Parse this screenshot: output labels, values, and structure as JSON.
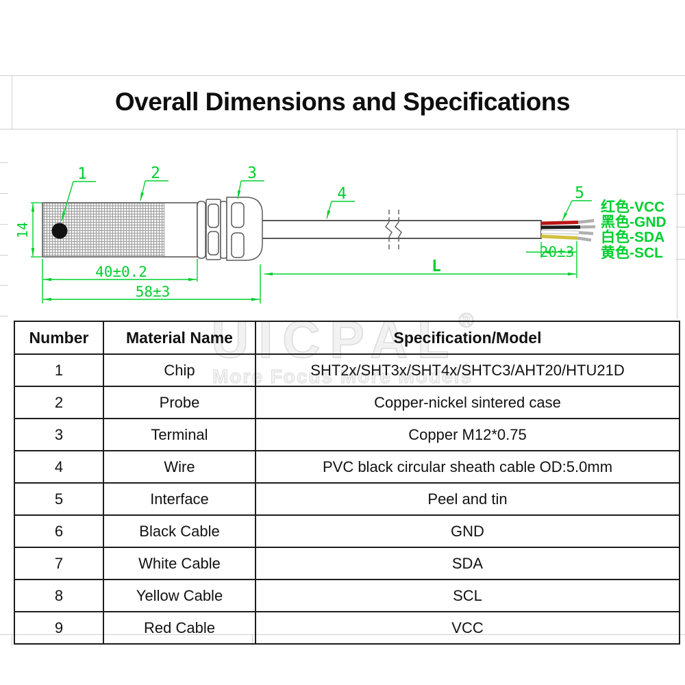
{
  "header": {
    "title": "Overall Dimensions and Specifications"
  },
  "watermark": {
    "brand": "UICPAL",
    "registered": "®",
    "tagline": "More Focus More Models"
  },
  "diagram": {
    "callouts": [
      "1",
      "2",
      "3",
      "4",
      "5"
    ],
    "dimensions": {
      "height": "14",
      "probe_length": "40±0.2",
      "body_length": "58±3",
      "cable_length": "L",
      "strip_length": "20±3"
    },
    "wire_labels": [
      "红色-VCC",
      "黑色-GND",
      "白色-SDA",
      "黄色-SCL"
    ],
    "colors": {
      "annotation_green": "#00cf2e",
      "outline_gray": "#585858",
      "wire_red": "#bb1414",
      "wire_black": "#1c1c1c",
      "wire_white": "#ffffff",
      "wire_yellow": "#d2c040",
      "tin_gray": "#b0b0b0"
    }
  },
  "table": {
    "headers": [
      "Number",
      "Material Name",
      "Specification/Model"
    ],
    "rows": [
      [
        "1",
        "Chip",
        "SHT2x/SHT3x/SHT4x/SHTC3/AHT20/HTU21D"
      ],
      [
        "2",
        "Probe",
        "Copper-nickel sintered case"
      ],
      [
        "3",
        "Terminal",
        "Copper M12*0.75"
      ],
      [
        "4",
        "Wire",
        "PVC black circular sheath cable OD:5.0mm"
      ],
      [
        "5",
        "Interface",
        "Peel and tin"
      ],
      [
        "6",
        "Black Cable",
        "GND"
      ],
      [
        "7",
        "White Cable",
        "SDA"
      ],
      [
        "8",
        "Yellow Cable",
        "SCL"
      ],
      [
        "9",
        "Red Cable",
        "VCC"
      ]
    ]
  }
}
